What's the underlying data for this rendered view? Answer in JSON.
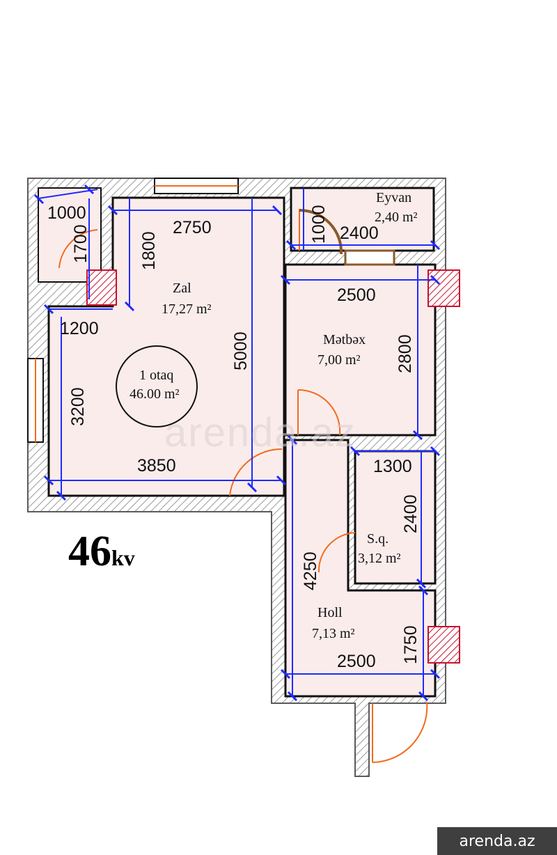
{
  "plan": {
    "area_label_number": "46",
    "area_label_unit": "kv",
    "summary": {
      "rooms": "1 otaq",
      "total_area": "46.00 m²"
    },
    "rooms": {
      "zal": {
        "name": "Zal",
        "area": "17,27 m²"
      },
      "metbex": {
        "name": "Mətbəx",
        "area": "7,00 m²"
      },
      "eyvan": {
        "name": "Eyvan",
        "area": "2,40 m²"
      },
      "sq": {
        "name": "S.q.",
        "area": "3,12 m²"
      },
      "holl": {
        "name": "Holl",
        "area": "7,13 m²"
      }
    },
    "dimensions": {
      "d1000_left": "1000",
      "d1700": "1700",
      "d2750": "2750",
      "d1800": "1800",
      "d1200": "1200",
      "d3200": "3200",
      "d5000": "5000",
      "d3850": "3850",
      "d1000_eyvan": "1000",
      "d2400_eyvan": "2400",
      "d2500_kitchen": "2500",
      "d2800": "2800",
      "d1300": "1300",
      "d2400_sq": "2400",
      "d4250": "4250",
      "d1750": "1750",
      "d2500_holl": "2500"
    },
    "colors": {
      "wall": "#7a7a7a",
      "floor": "#fbecec",
      "dimension": "#1f2bff",
      "door": "#f26b1d",
      "vent": "#c8102e"
    }
  },
  "watermark": "arenda.az",
  "badge": "arenda.az"
}
